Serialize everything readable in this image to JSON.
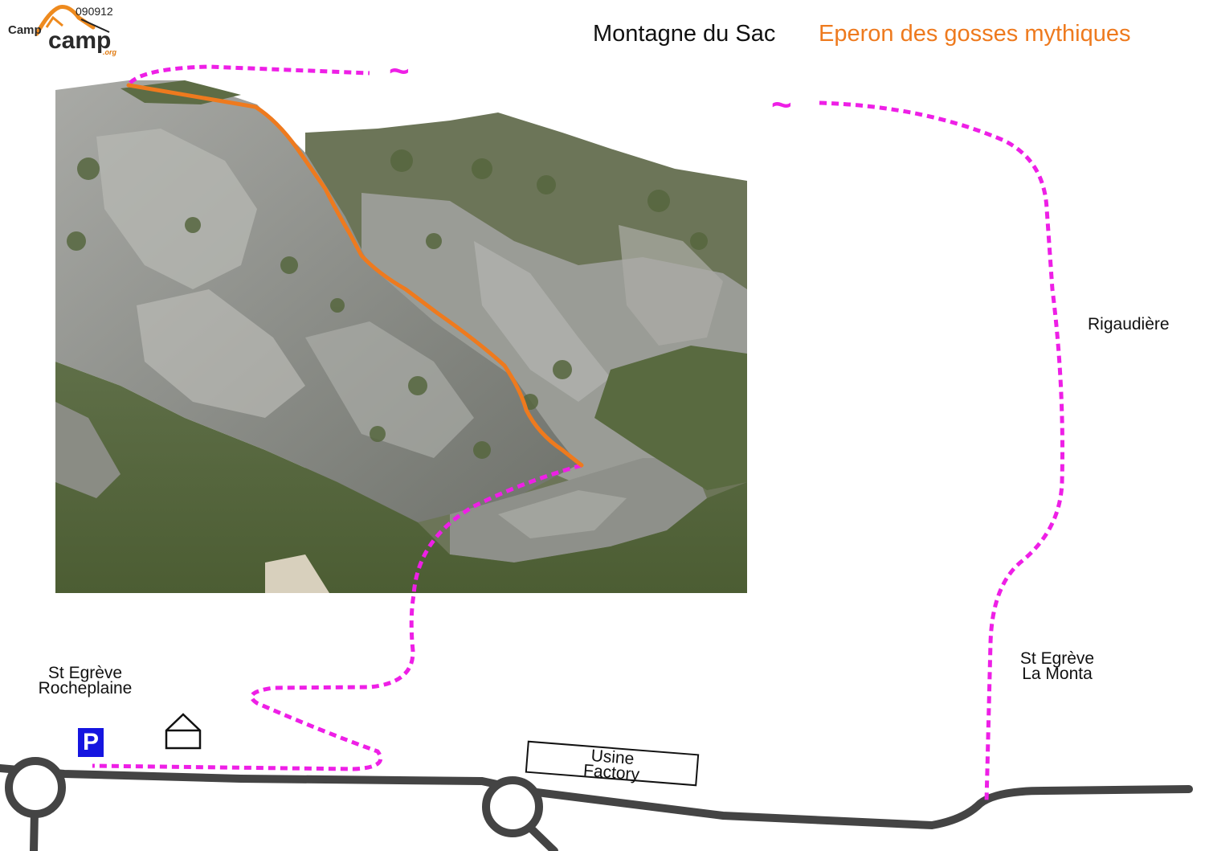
{
  "header": {
    "code": "090912",
    "logo_camp_small": "Camp",
    "logo_camp_large": "camp",
    "logo_org": ".org",
    "title_massif": "Montagne du Sac",
    "title_route": "Eperon des gosses mythiques"
  },
  "places": {
    "rigaudiere": "Rigaudière",
    "st_egreve_rocheplaine_line1": "St Egrève",
    "st_egreve_rocheplaine_line2": "Rocheplaine",
    "st_egreve_monta_line1": "St Egrève",
    "st_egreve_monta_line2": "La Monta"
  },
  "landmarks": {
    "factory_line1": "Usine",
    "factory_line2": "Factory",
    "parking_symbol": "P"
  },
  "symbols": {
    "path_break_1": "~",
    "path_break_2": "~"
  },
  "colors": {
    "route": "#ee7a1e",
    "approach_path": "#ee1fe6",
    "road": "#444444",
    "parking": "#1515e0"
  },
  "icons": [
    "parking-icon",
    "hut-icon",
    "roundabout-icon"
  ]
}
